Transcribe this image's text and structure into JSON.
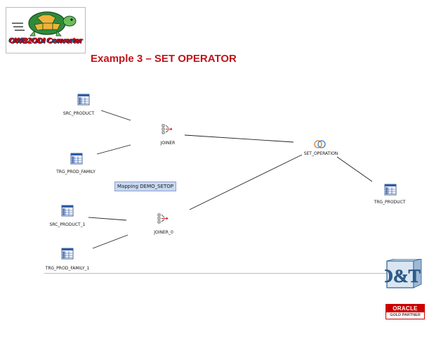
{
  "logo": {
    "text": "OWB2ODI Converter"
  },
  "slide_title": "Example 3 – SET OPERATOR",
  "mapping_label": "Mapping DEMO_SETOP",
  "nodes": {
    "src_product": "SRC_PRODUCT",
    "trg_prod_family": "TRG_PROD_FAMILY",
    "joiner": "JOINER",
    "set_operation": "SET_OPERATION",
    "trg_product": "TRG_PRODUCT",
    "src_product_1": "SRC_PRODUCT_1",
    "joiner_0": "JOINER_0",
    "trg_prod_family_1": "TRG_PROD_FAMILY_1"
  },
  "partner": {
    "badge_text": "D&T",
    "oracle": "ORACLE",
    "level": "GOLD PARTNER"
  },
  "colors": {
    "title": "#c0141b",
    "logo_text": "#e60000",
    "table_icon": "#2f5da8",
    "oracle_red": "#cc0000",
    "mapping_label_bg": "#c9d8f0"
  }
}
